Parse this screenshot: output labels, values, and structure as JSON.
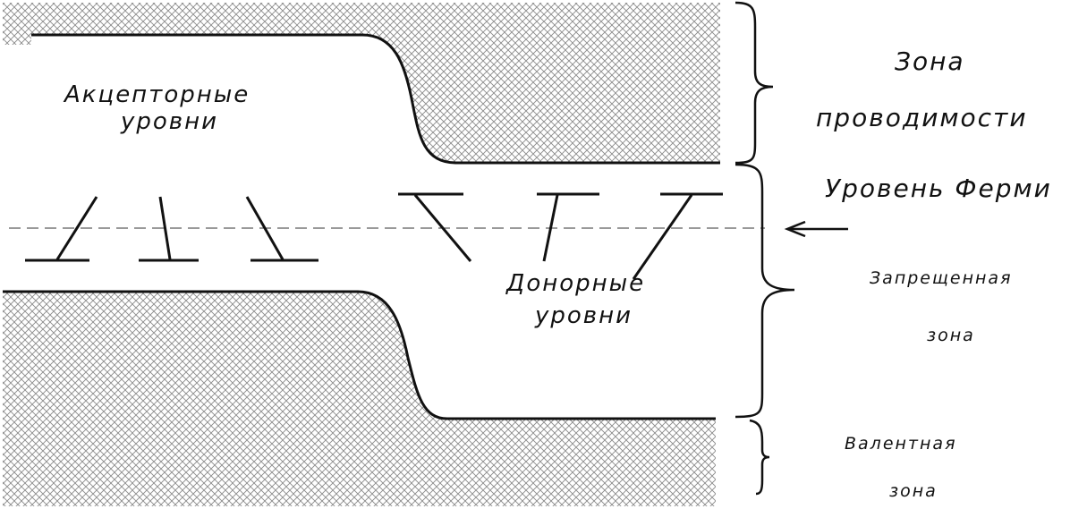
{
  "labels": {
    "acceptor_line1": "Акцепторные",
    "acceptor_line2": "уровни",
    "donor_line1": "Донорные",
    "donor_line2": "уровни",
    "conduction_line1": "Зона",
    "conduction_line2": "проводимости",
    "fermi": "Уровень Ферми",
    "forbidden_line1": "Запрещенная",
    "forbidden_line2": "зона",
    "valence_line1": "Валентная",
    "valence_line2": "зона"
  },
  "colors": {
    "line": "#111111",
    "hatch": "#8a8a8a",
    "background": "#ffffff"
  }
}
